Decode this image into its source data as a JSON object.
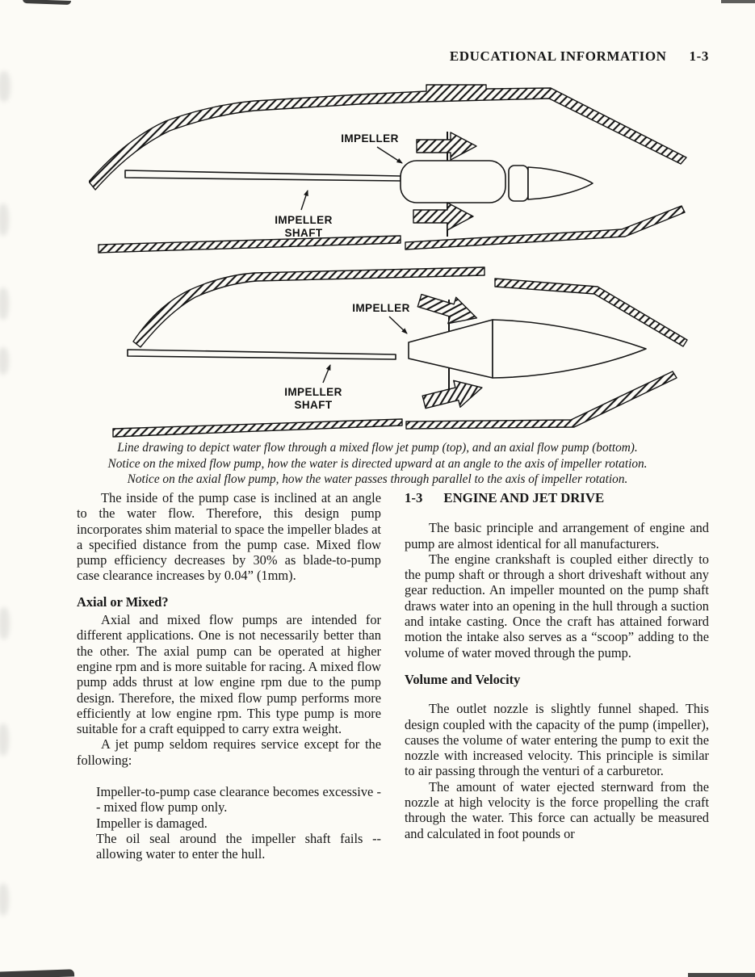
{
  "header": {
    "title": "EDUCATIONAL INFORMATION",
    "page_number": "1-3"
  },
  "figure": {
    "mixed_flow": {
      "impeller_label": "IMPELLER",
      "shaft_label_line1": "IMPELLER",
      "shaft_label_line2": "SHAFT"
    },
    "axial_flow": {
      "impeller_label": "IMPELLER",
      "shaft_label_line1": "IMPELLER",
      "shaft_label_line2": "SHAFT"
    },
    "caption": {
      "line1": "Line drawing to depict water flow through a mixed flow jet pump (top), and an axial flow pump (bottom).",
      "line2": "Notice on the mixed flow pump, how the water is directed upward at an angle to the axis of impeller rotation.",
      "line3": "Notice on the axial flow pump, how the water passes through parallel to the axis of impeller rotation."
    }
  },
  "left_column": {
    "para1": "The inside of the pump case is inclined at an angle to the water flow.  Therefore, this design pump incorporates shim material to space the impeller blades at a specified distance from the pump case.  Mixed flow pump efficiency decreases by 30% as blade-to-pump case clearance increases by 0.04” (1mm).",
    "heading": "Axial or Mixed?",
    "para2": "Axial and mixed flow pumps are intended for different applications.  One is not necessarily better than the other.  The axial pump can be operated at higher engine rpm and is more suitable for racing. A mixed flow pump adds thrust at low engine rpm due to the pump design.  Therefore, the mixed flow pump performs more efficiently at low engine rpm.  This type pump is more suitable for a craft equipped to carry extra weight.",
    "para3": "A jet pump seldom requires service except for the following:",
    "list": [
      "Impeller-to-pump case clearance becomes excessive -- mixed flow pump only.",
      "Impeller is damaged.",
      "The oil seal around the impeller shaft fails -- allowing water to enter the hull."
    ]
  },
  "right_column": {
    "section_number": "1-3",
    "section_title": "ENGINE AND JET DRIVE",
    "para1": "The basic principle and arrangement of engine and pump are almost identical for all manufacturers.",
    "para2": "The engine crankshaft is coupled either directly to the pump shaft or through a short driveshaft without any gear reduction.  An impeller mounted on the pump shaft draws water into an opening in the hull through a suction and intake casting. Once the craft has attained forward motion the intake also serves as a “scoop” adding to the volume of water moved through the pump.",
    "heading2": "Volume and Velocity",
    "para3": "The outlet nozzle is slightly funnel shaped.  This design coupled with the capacity of the pump (impeller), causes the volume of water entering the pump to exit the nozzle with increased velocity.  This principle is similar to air passing through the venturi of a carburetor.",
    "para4": "The amount of water ejected sternward from the nozzle at high velocity is the force propelling the craft through the water.  This force can actually be measured and calculated in foot pounds or"
  }
}
